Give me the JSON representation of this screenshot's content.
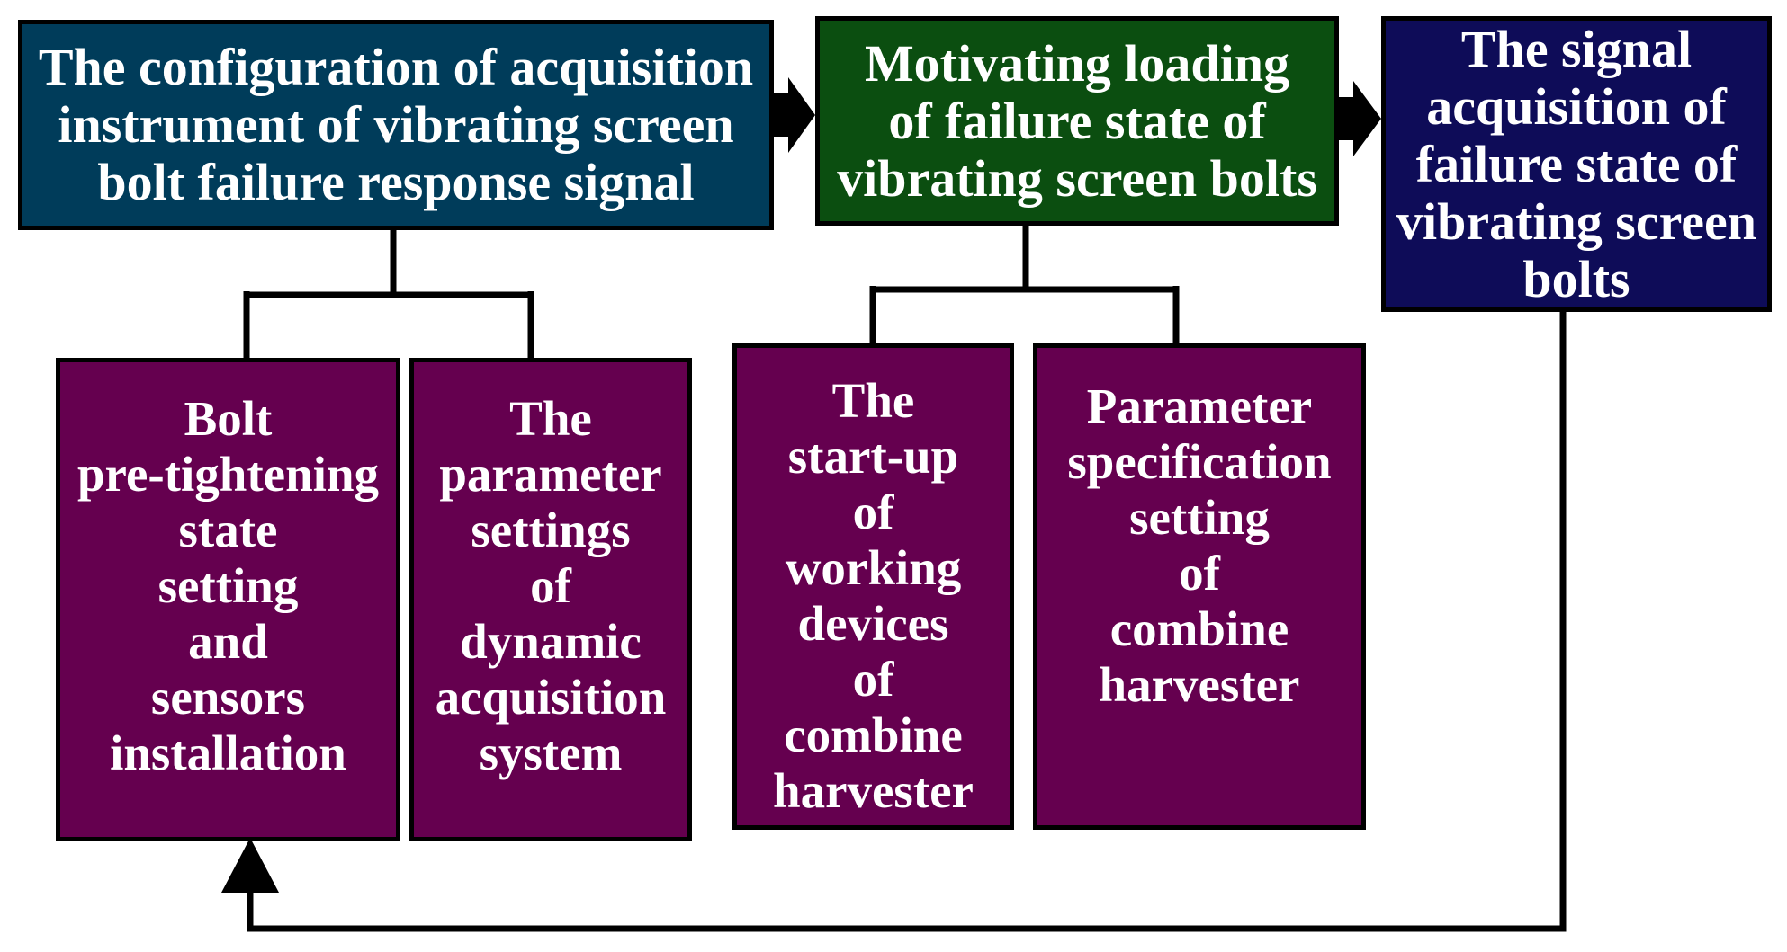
{
  "colors": {
    "config_box": "#003C5A",
    "motivating_box": "#0B4E10",
    "acquisition_box": "#0E0C58",
    "detail_box": "#65004F",
    "connector": "#000000",
    "text": "#FFFFFF"
  },
  "steps": {
    "configuration": "The configuration of acquisition\ninstrument of vibrating screen\nbolt failure response signal",
    "motivating": "Motivating loading\nof failure state of\nvibrating screen bolts",
    "acquisition": "The signal\nacquisition of\nfailure state of\nvibrating screen\nbolts"
  },
  "details": {
    "bolt_pretightening": "Bolt\npre-tightening\nstate\nsetting\nand\nsensors\ninstallation",
    "parameter_settings": "The\nparameter\nsettings\nof\ndynamic\nacquisition\nsystem",
    "startup": "The\nstart-up\nof\nworking\ndevices\nof\ncombine\nharvester",
    "parameter_specification": "Parameter\nspecification\nsetting\nof\ncombine\nharvester"
  }
}
